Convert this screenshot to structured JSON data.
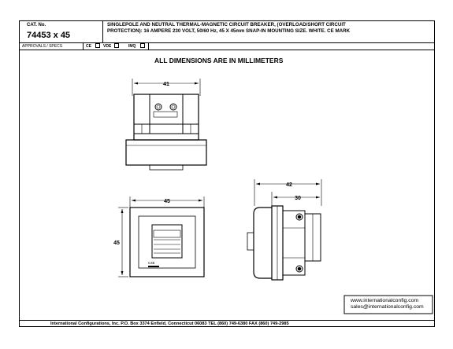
{
  "header": {
    "cat_label": "CAT. No.",
    "cat_number": "74453 x 45",
    "description_line1": "SINGLEPOLE AND NEUTRAL THERMAL-MAGNETIC CIRCUIT BREAKER, (OVERLOAD/SHORT CIRCUIT",
    "description_line2": "PROTECTION): 16 AMPERE 230 VOLT, 50/60 Hz, 45 X 45mm SNAP-IN MOUNTING SIZE. WHITE. CE MARK",
    "approvals_label": "APPROVALS / SPECS",
    "approval_1": "CE",
    "approval_2": "VDE",
    "approval_3": "IMQ"
  },
  "drawing": {
    "title": "ALL DIMENSIONS ARE IN MILLIMETERS",
    "top_view_width": "41",
    "front_view_width": "45",
    "front_view_height": "45",
    "side_view_depth_total": "42",
    "side_view_depth_body": "30",
    "front_marking": "C45"
  },
  "contact": {
    "website": "www.internationalconfig.com",
    "email": "sales@internationalconfig.com"
  },
  "footer": {
    "text": "International Configurations, Inc.  P.O. Box 3374  Enfield, Connecticut 06083 TEL (860) 749-6380  FAX (860) 749-2985"
  }
}
